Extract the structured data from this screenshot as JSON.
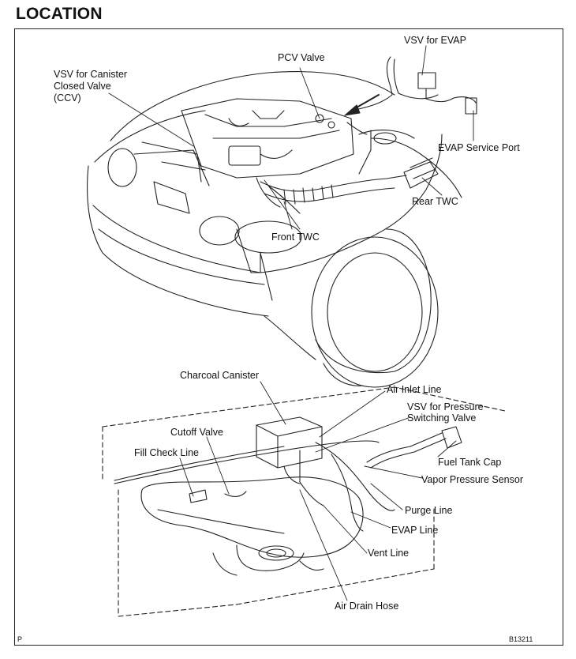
{
  "page": {
    "title": "LOCATION",
    "page_mark": "P",
    "figure_code": "B13211"
  },
  "labels": {
    "vsv_canister": [
      "VSV for Canister",
      "Closed Valve",
      "(CCV)"
    ],
    "pcv_valve": "PCV Valve",
    "vsv_evap": "VSV for EVAP",
    "evap_service_port": "EVAP Service Port",
    "rear_twc": "Rear TWC",
    "front_twc": "Front TWC",
    "charcoal_canister": "Charcoal Canister",
    "air_inlet_line": "Air Inlet Line",
    "vsv_pressure": [
      "VSV for Pressure",
      "Switching Valve"
    ],
    "cutoff_valve": "Cutoff Valve",
    "fill_check_line": "Fill Check Line",
    "fuel_tank_cap": "Fuel Tank Cap",
    "vapor_pressure_sensor": "Vapor Pressure Sensor",
    "purge_line": "Purge Line",
    "evap_line": "EVAP Line",
    "vent_line": "Vent Line",
    "air_drain_hose": "Air Drain Hose"
  }
}
